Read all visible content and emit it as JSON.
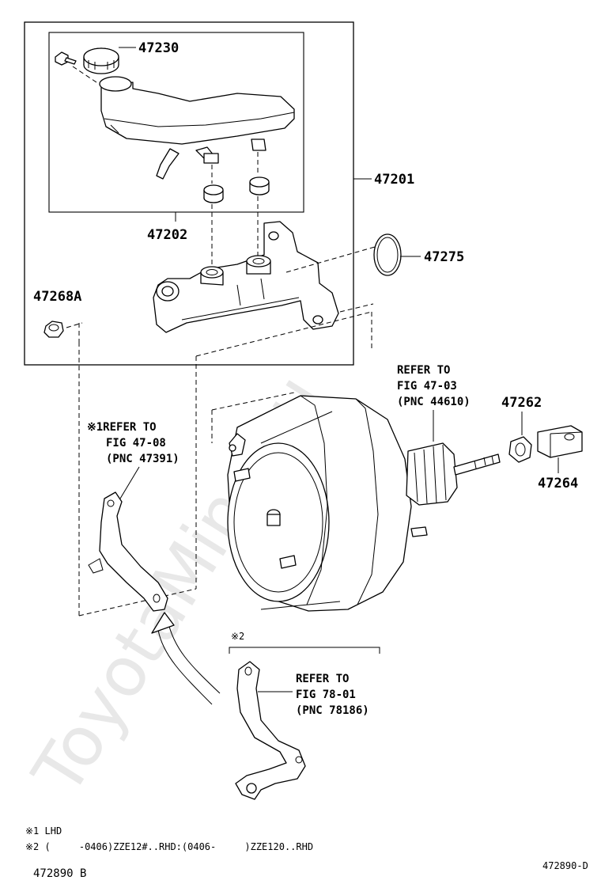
{
  "watermark": "ToyotaMine.ru",
  "parts": {
    "reservoir_cap": "47230",
    "master_cylinder_assy": "47201",
    "reservoir_grommet": "47202",
    "o_ring": "47275",
    "plug": "47268A",
    "nut": "47262",
    "clevis": "47264"
  },
  "refer_booster": {
    "line1": "REFER TO",
    "line2": "FIG 47-03",
    "line3": "(PNC 44610)"
  },
  "refer_bracket_lhd": {
    "line1": "※1REFER TO",
    "line2": "FIG 47-08",
    "line3": "(PNC 47391)"
  },
  "bracket_note_mark": "※2",
  "refer_bracket_2": {
    "line1": "REFER TO",
    "line2": "FIG 78-01",
    "line3": "(PNC 78186)"
  },
  "notes": {
    "note1": "※1 LHD",
    "note2": "※2 (     -0406)ZZE12#..RHD:(0406-     )ZZE120..RHD"
  },
  "figure_code": "472890 B",
  "figure_code_right": "472890-D"
}
